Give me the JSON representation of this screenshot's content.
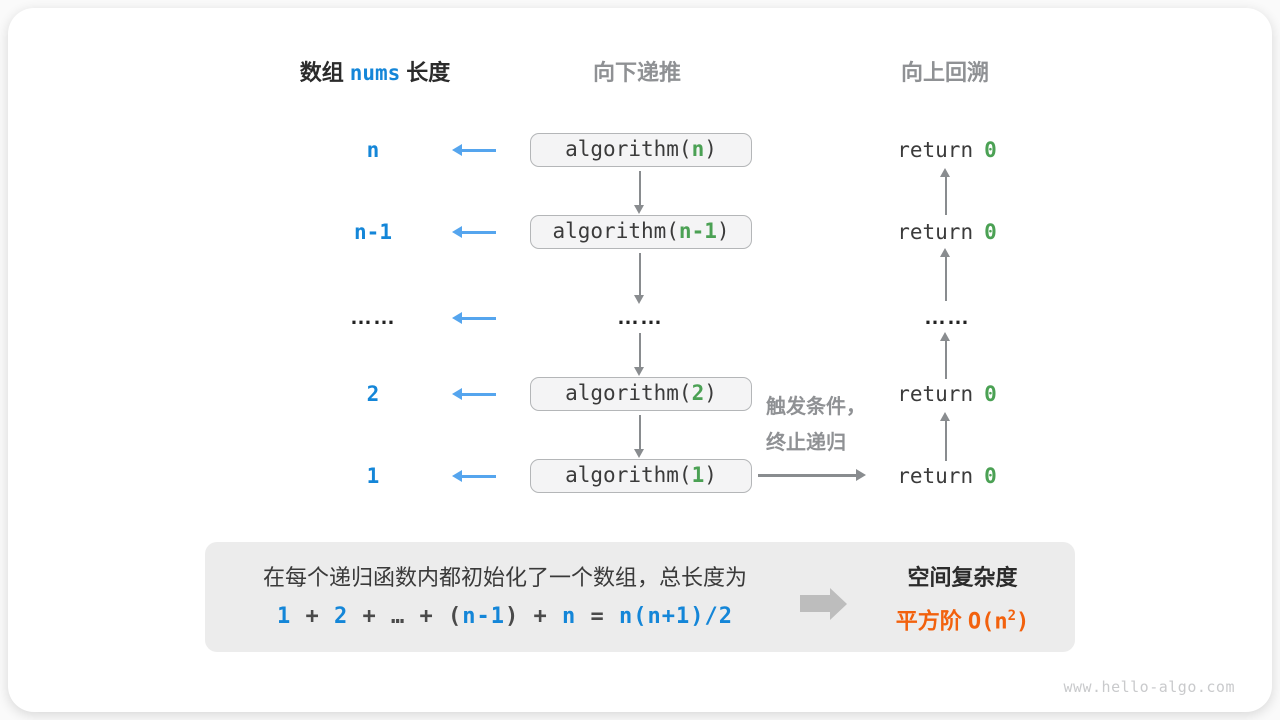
{
  "headers": {
    "length_col": {
      "prefix": "数组",
      "code": "nums",
      "suffix": "长度"
    },
    "recurse_col": "向下递推",
    "backtrack_col": "向上回溯"
  },
  "rows": [
    {
      "label": "n",
      "call": {
        "prefix": "algorithm(",
        "param": "n",
        "suffix": ")"
      },
      "ret": {
        "keyword": "return",
        "value": "0"
      }
    },
    {
      "label": "n-1",
      "call": {
        "prefix": "algorithm(",
        "param": "n-1",
        "suffix": ")"
      },
      "ret": {
        "keyword": "return",
        "value": "0"
      }
    },
    {
      "dots": "……"
    },
    {
      "label": "2",
      "call": {
        "prefix": "algorithm(",
        "param": "2",
        "suffix": ")"
      },
      "ret": {
        "keyword": "return",
        "value": "0"
      }
    },
    {
      "label": "1",
      "call": {
        "prefix": "algorithm(",
        "param": "1",
        "suffix": ")"
      },
      "ret": {
        "keyword": "return",
        "value": "0"
      }
    }
  ],
  "annotation": {
    "line1": "触发条件，",
    "line2": "终止递归"
  },
  "summary": {
    "description": "在每个递归函数内都初始化了一个数组，总长度为",
    "formula": [
      {
        "text": "1",
        "color": "blue"
      },
      {
        "text": " + ",
        "color": "dark"
      },
      {
        "text": "2",
        "color": "blue"
      },
      {
        "text": " + ",
        "color": "dark"
      },
      {
        "text": "…",
        "color": "dark"
      },
      {
        "text": " + ",
        "color": "dark"
      },
      {
        "text": "(",
        "color": "dark"
      },
      {
        "text": "n-1",
        "color": "blue"
      },
      {
        "text": ")",
        "color": "dark"
      },
      {
        "text": " + ",
        "color": "dark"
      },
      {
        "text": "n",
        "color": "blue"
      },
      {
        "text": " = ",
        "color": "dark"
      },
      {
        "text": "n(n+1)/2",
        "color": "blue"
      }
    ],
    "complexity_title": "空间复杂度",
    "complexity_label": "平方阶",
    "complexity_code_prefix": "O(n",
    "complexity_exponent": "2",
    "complexity_code_suffix": ")"
  },
  "watermark": "www.hello-algo.com",
  "colors": {
    "blue": "#1486d8",
    "light_blue_arrow": "#55a5ee",
    "green": "#4ba154",
    "orange": "#f2610d",
    "gray_text": "#8f9194",
    "arrow_gray": "#898c8f",
    "box_fill": "#f4f4f5",
    "box_border": "#b4b6b8",
    "panel_fill": "#ececec",
    "code_dark": "#3b3b3b"
  }
}
